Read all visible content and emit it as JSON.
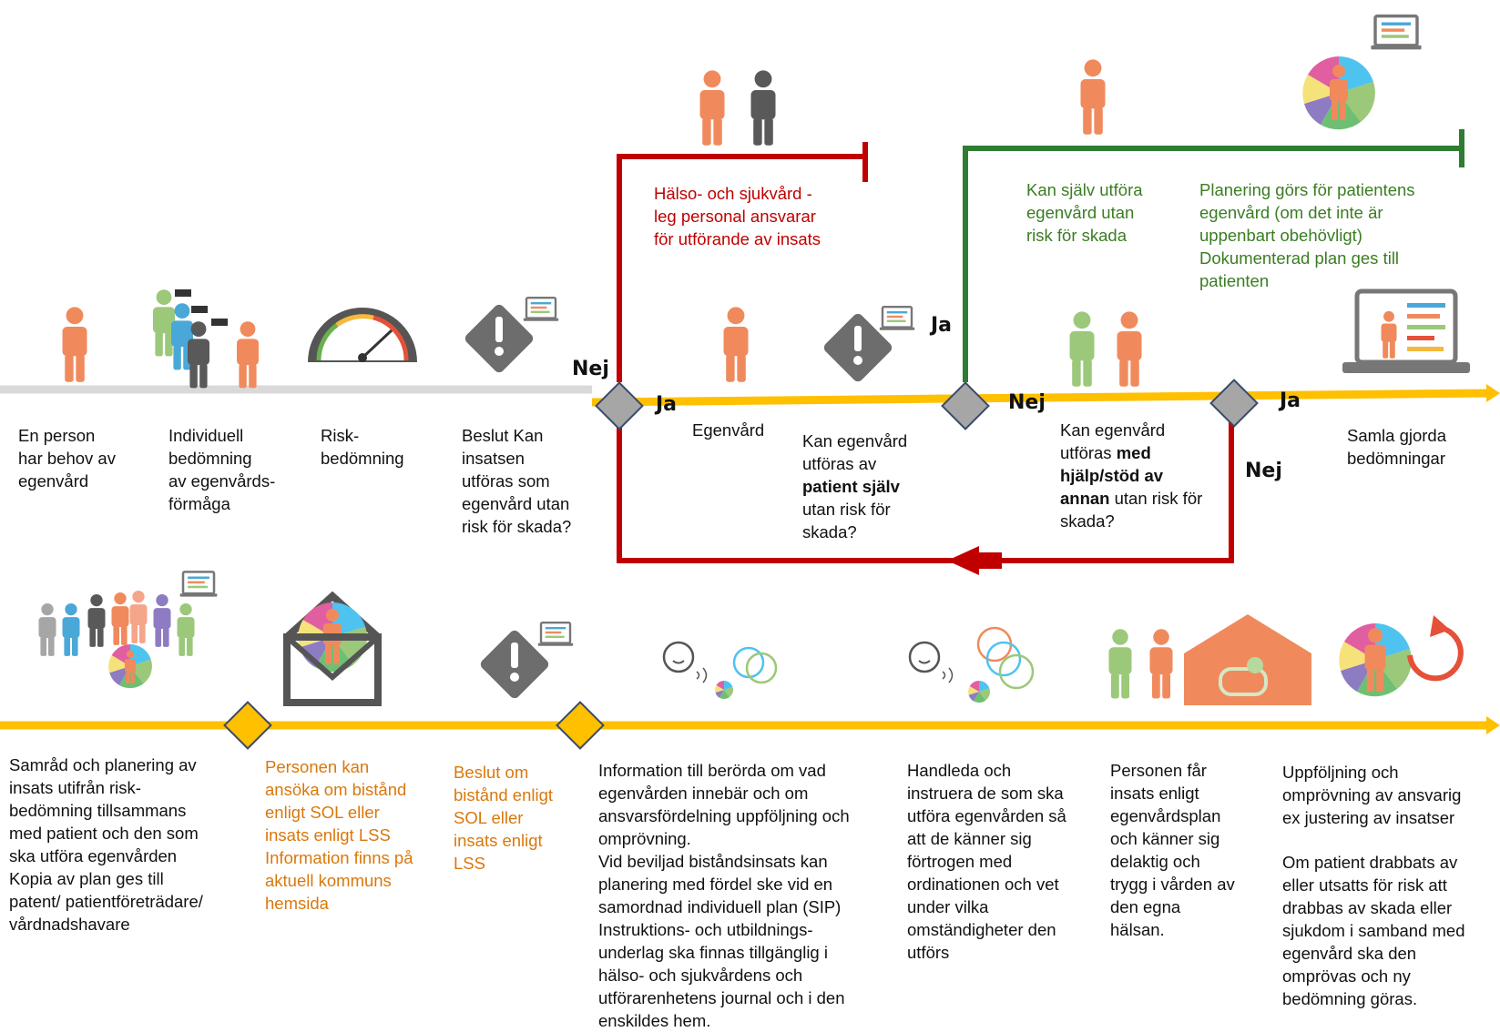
{
  "colors": {
    "timeline_yellow": "#ffc000",
    "timeline_grey": "#d9d9d9",
    "red_path": "#c00000",
    "green_path": "#2e7d32",
    "diamond_grey": "#a6a6a6",
    "diamond_yellow": "#ffc000",
    "person_orange": "#f08a5d",
    "person_green": "#9cc87a",
    "person_blue": "#4aa8d8",
    "person_dark": "#595959",
    "person_grey": "#a6a6a6",
    "warning_grey": "#6d6d6d"
  },
  "icons": {
    "top": [
      "person-icon",
      "team-assessment-icon",
      "risk-gauge-icon",
      "warning-decision-icon",
      "person-icon",
      "warning-decision-icon",
      "two-people-icon",
      "laptop-plan-icon"
    ],
    "upper": [
      "two-people-icon",
      "person-icon",
      "care-wheel-icon",
      "laptop-icon"
    ],
    "bottom": [
      "group-planning-icon",
      "envelope-icon",
      "warning-decision-icon",
      "conversation-icon",
      "conversation-icon",
      "home-care-icon",
      "follow-up-wheel-icon"
    ]
  },
  "labels": {
    "nej1": "Nej",
    "ja1": "Ja",
    "ja2": "Ja",
    "nej2": "Nej",
    "ja3": "Ja",
    "nej3": "Nej"
  },
  "top_row": {
    "step1": "En person\nhar behov av\negenvård",
    "step2": "Individuell\nbedömning\nav egenvårds-\nförmåga",
    "step3": "Risk-\nbedömning",
    "step4": "Beslut Kan\ninsatsen\nutföras som\negenvård utan\nrisk för skada?",
    "step5": "Egenvård",
    "q1_line1": "Kan egenvård",
    "q1_line2": "utföras av",
    "q1_bold": "patient själv",
    "q1_line3": "utan risk för",
    "q1_line4": "skada?",
    "q2_line1": "Kan egenvård",
    "q2_line2_pre": "utföras ",
    "q2_bold1": "med",
    "q2_bold2": "hjälp/stöd av",
    "q2_bold3": "annan",
    "q2_line3_post": " utan risk för",
    "q2_line4": "skada?",
    "step_final": "Samla gjorda\nbedömningar"
  },
  "branches": {
    "red_text": "Hälso- och sjukvård -\nleg personal ansvarar\nför utförande av insats",
    "green_text1": "Kan själv utföra\negenvård utan\nrisk för skada",
    "green_text2": "Planering görs för patientens\negenvård (om det inte är\nuppenbart obehövligt)\nDokumenterad plan ges till\npatienten"
  },
  "bottom_row": {
    "b1": "Samråd och planering av\ninsats utifrån risk-\nbedömning tillsammans\nmed patient och den som\nska utföra egenvården\nKopia av plan ges till\npatent/ patientföreträdare/\nvårdnadshavare",
    "b2": "Personen kan\nansöka om bistånd\nenligt SOL eller\ninsats enligt LSS\nInformation finns på\naktuell kommuns\nhemsida",
    "b3": "Beslut om\nbistånd enligt\nSOL eller\ninsats enligt\nLSS",
    "b4": "Information till berörda om vad\negenvården innebär och om\nansvarsfördelning uppföljning och\nomprövning.\nVid beviljad biståndsinsats kan\nplanering med fördel ske vid en\nsamordnad individuell plan (SIP)\nInstruktions- och utbildnings-\nunderlag ska finnas tillgänglig i\nhälso- och sjukvårdens och\nutförarenhetens journal och i den\nenskildes hem.",
    "b5": "Handleda och\ninstruera de som ska\nutföra egenvården så\natt de känner sig\nförtrogen med\nordinationen och vet\nunder vilka\nomständigheter den\nutförs",
    "b6": "Personen får\ninsats enligt\negenvårdsplan\noch känner sig\ndelaktig och\ntrygg i vården av\nden egna\nhälsan.",
    "b7a": "Uppföljning och\nomprövning av ansvarig\nex justering av insatser",
    "b7b": "Om patient drabbats av\neller utsatts för risk att\ndrabbas av skada eller\nsjukdom i samband med\negenvård ska den\nomprövas och ny\nbedömning göras."
  }
}
